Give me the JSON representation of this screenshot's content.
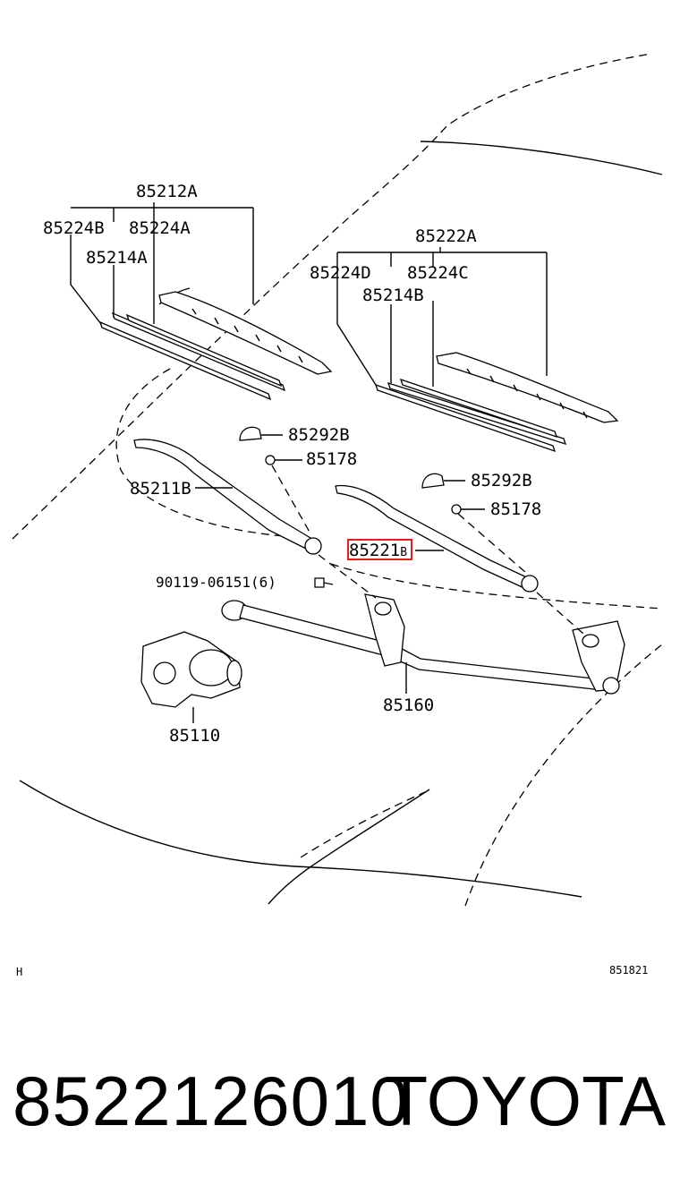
{
  "diagram": {
    "labels": {
      "l85212A": "85212A",
      "l85224B": "85224B",
      "l85224A": "85224A",
      "l85214A": "85214A",
      "l85222A": "85222A",
      "l85224D": "85224D",
      "l85224C": "85224C",
      "l85214B": "85214B",
      "l85292B_1": "85292B",
      "l85178_1": "85178",
      "l85211B": "85211B",
      "l85292B_2": "85292B",
      "l85178_2": "85178",
      "l85221B_a": "85221",
      "l85221B_b": "B",
      "l90119": "90119-06151(6)",
      "l85160": "85160",
      "l85110": "85110"
    },
    "corner_left": "H",
    "corner_right": "851821",
    "highlight_color": "#e0201c"
  },
  "footer": {
    "part_number": "8522126010",
    "brand": "TOYOTA"
  }
}
